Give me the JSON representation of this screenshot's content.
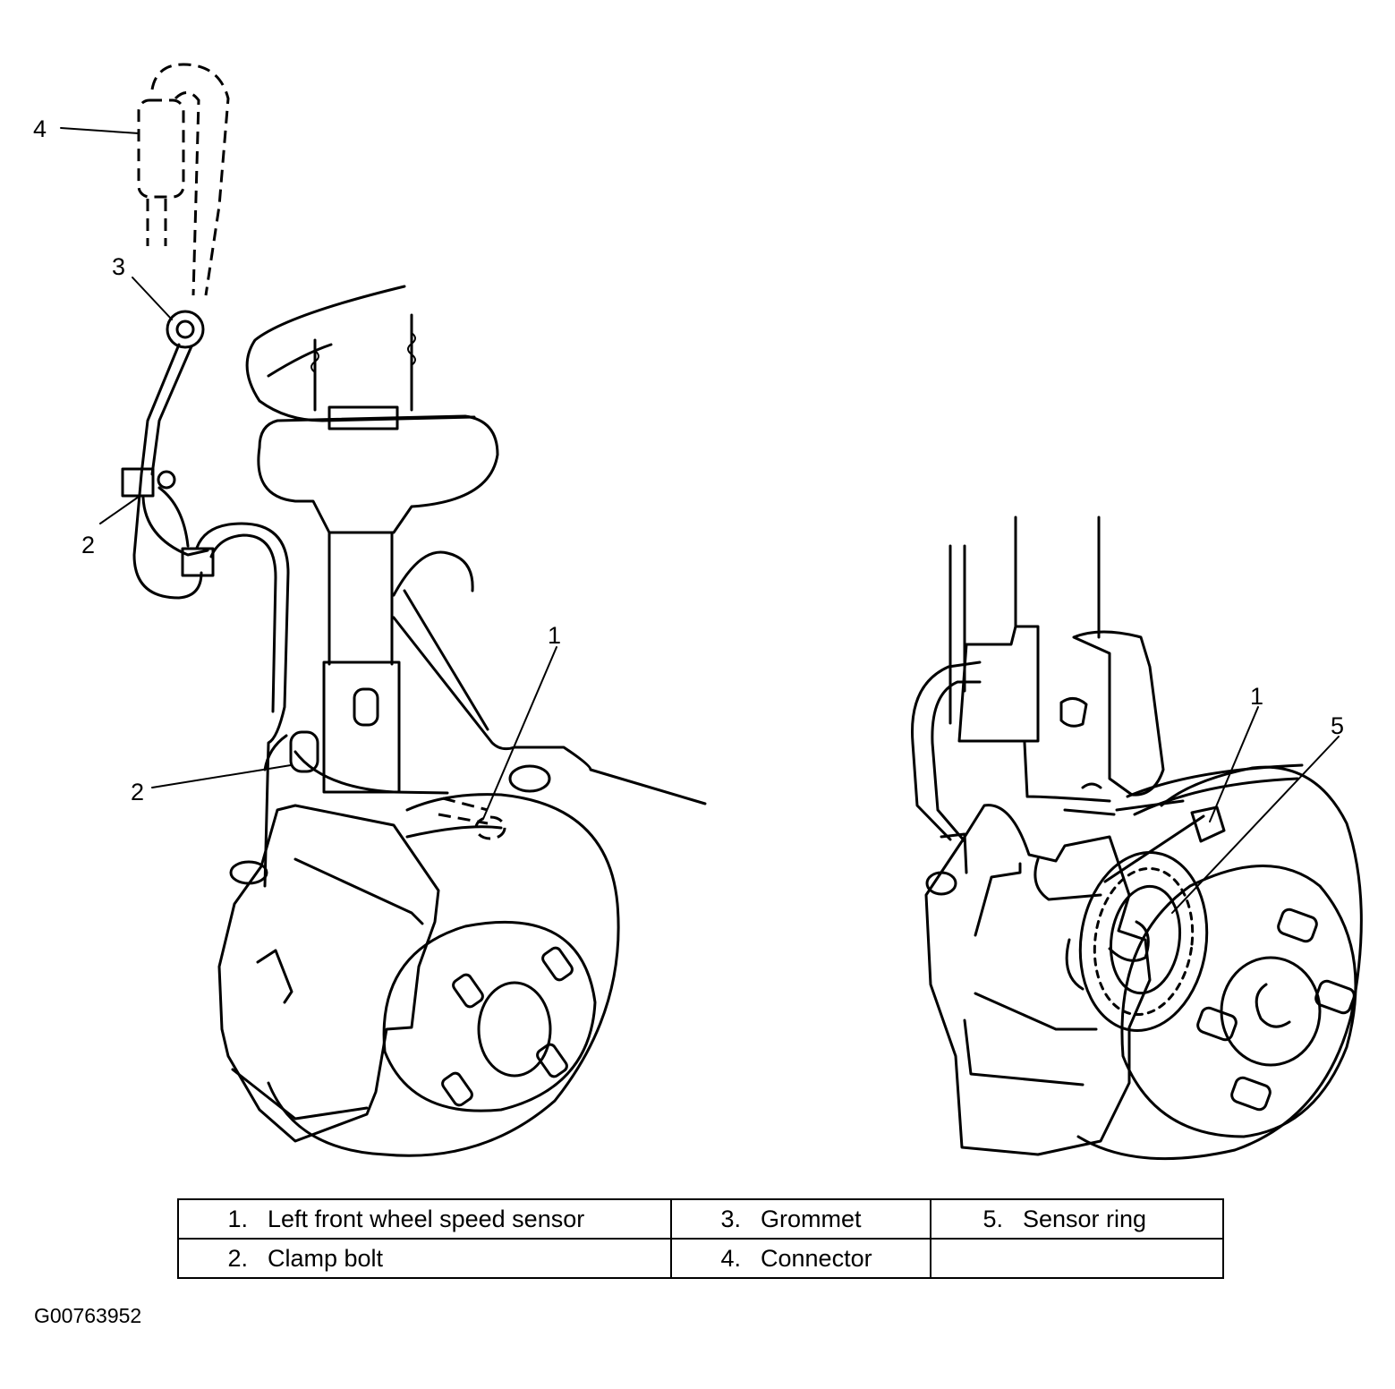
{
  "callouts": {
    "c1_left": "1",
    "c1_right": "1",
    "c2_upper": "2",
    "c2_lower": "2",
    "c3": "3",
    "c4": "4",
    "c5": "5"
  },
  "legend": {
    "rows": [
      [
        {
          "num": "1.",
          "label": "Left front wheel speed sensor"
        },
        {
          "num": "3.",
          "label": "Grommet"
        },
        {
          "num": "5.",
          "label": "Sensor ring"
        }
      ],
      [
        {
          "num": "2.",
          "label": "Clamp bolt"
        },
        {
          "num": "4.",
          "label": "Connector"
        },
        {
          "num": "",
          "label": ""
        }
      ]
    ]
  },
  "figure_code": "G00763952"
}
